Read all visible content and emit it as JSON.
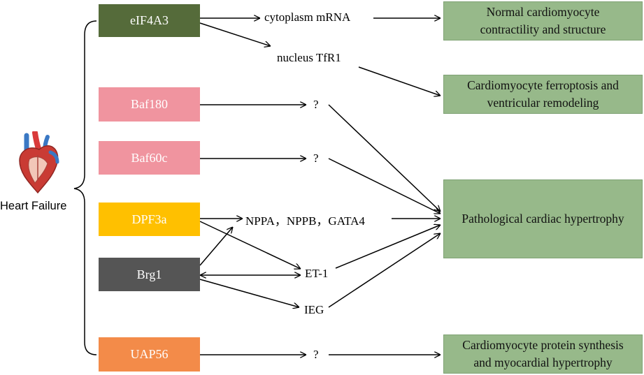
{
  "root_label": "Heart Failure",
  "factors": {
    "eif4a3": "eIF4A3",
    "baf180": "Baf180",
    "baf60c": "Baf60c",
    "dpf3a": "DPF3a",
    "brg1": "Brg1",
    "uap56": "UAP56"
  },
  "intermediates": {
    "cytoplasm": "cytoplasm mRNA",
    "nucleus": "nucleus TfR1",
    "q1": "?",
    "q2": "?",
    "nppa": "NPPA，NPPB，GATA4",
    "et1": "ET-1",
    "ieg": "IEG",
    "q3": "?"
  },
  "outcomes": {
    "normal_line1": "Normal cardiomyocyte",
    "normal_line2": "contractility and structure",
    "ferro_line1": "Cardiomyocyte ferroptosis and",
    "ferro_line2": "ventricular remodeling",
    "hyper": "Pathological cardiac hypertrophy",
    "protein_line1": "Cardiomyocyte protein synthesis",
    "protein_line2": "and myocardial hypertrophy"
  },
  "colors": {
    "eif4a3": "#556b3a",
    "baf": "#f0949f",
    "dpf3a": "#ffc000",
    "brg1": "#555555",
    "uap56": "#f38b49",
    "outcome": "#97b98a"
  }
}
